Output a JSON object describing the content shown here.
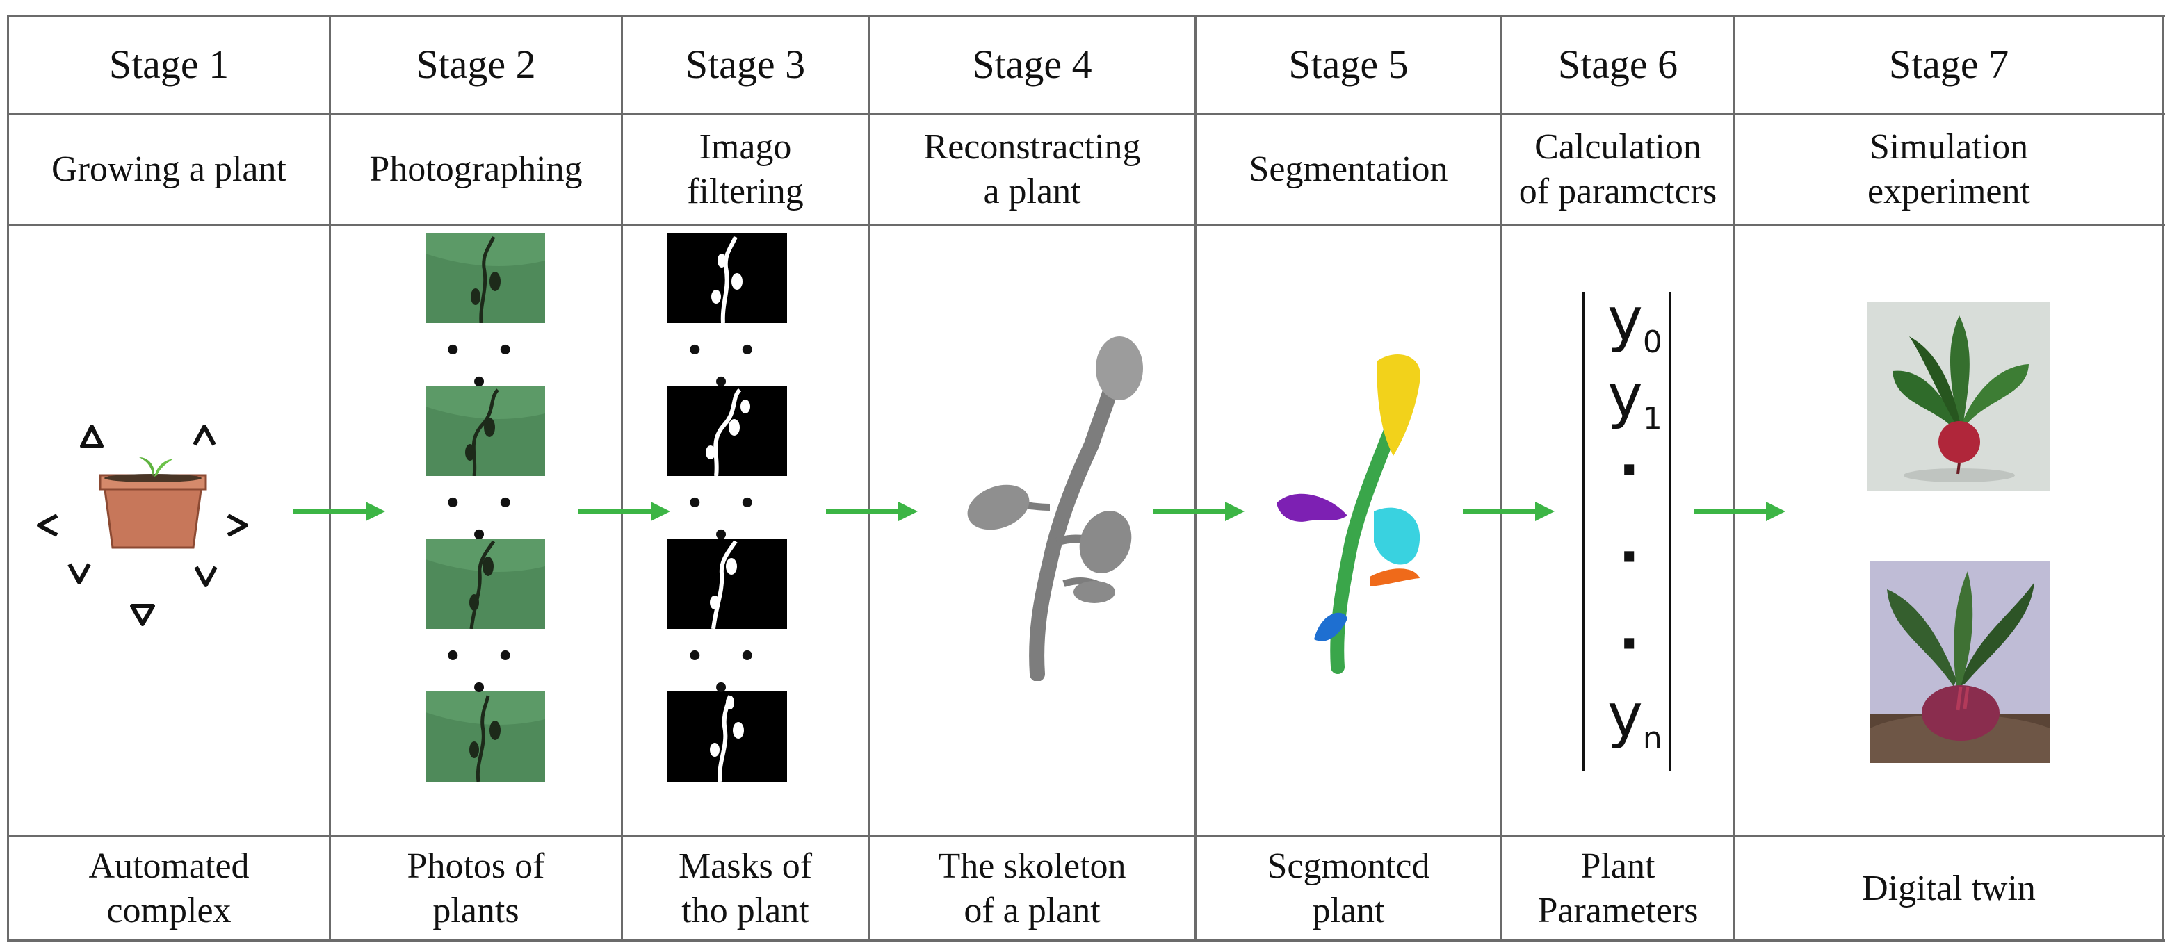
{
  "stages": [
    {
      "header": "Stage 1",
      "title": "Growing a plant",
      "output": "Automated\ncomplex"
    },
    {
      "header": "Stage 2",
      "title": "Photographing",
      "output": "Photos of\nplants"
    },
    {
      "header": "Stage 3",
      "title": "Imago\nfiltering",
      "output": "Masks of\ntho plant"
    },
    {
      "header": "Stage 4",
      "title": "Reconstracting\na plant",
      "output": "The skoleton\nof a plant"
    },
    {
      "header": "Stage 5",
      "title": "Segmentation",
      "output": "Scgmontcd\nplant"
    },
    {
      "header": "Stage 6",
      "title": "Calculation\nof paramctcrs",
      "output": "Plant\nParameters"
    },
    {
      "header": "Stage 7",
      "title": "Simulation\nexperiment",
      "output": "Digital twin"
    }
  ],
  "ellipsis": "• • •",
  "vector": {
    "y": "y",
    "subscripts": [
      "0",
      "1",
      "n"
    ],
    "vdot": "·"
  },
  "colors": {
    "grid": "#6b6b6b",
    "arrow": "#3cb545",
    "leaf_bg": "#4f8a5a",
    "mask_bg": "#000000",
    "seg_yellow": "#f2d21b",
    "seg_purple": "#7d20b3",
    "seg_cyan": "#39d2e0",
    "seg_orange": "#ef6a1a",
    "seg_blue": "#1e6fd1",
    "seg_green": "#3aa64a",
    "beet": "#b0263a"
  },
  "icons": [
    "plant-pot-icon",
    "camera-icon",
    "arrow-right-icon",
    "plant-photo",
    "plant-mask",
    "plant-skeleton",
    "segmented-plant",
    "parameter-vector",
    "beet-render"
  ]
}
